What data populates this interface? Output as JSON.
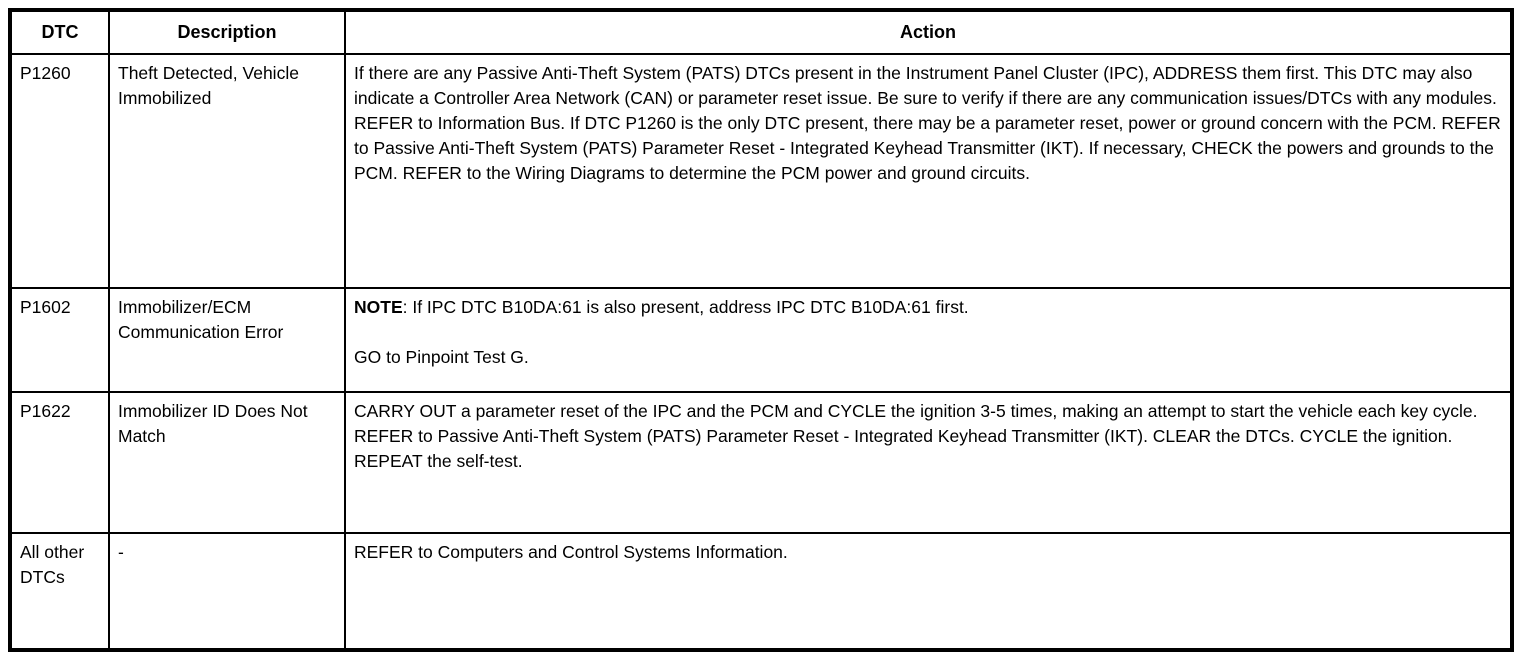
{
  "table": {
    "headers": {
      "dtc": "DTC",
      "description": "Description",
      "action": "Action"
    },
    "rows": [
      {
        "dtc": "P1260",
        "description": "Theft Detected, Vehicle Immobilized",
        "action_paragraphs": [
          "If there are any Passive Anti-Theft System (PATS) DTCs present in the Instrument Panel Cluster (IPC), ADDRESS them first. This DTC may also indicate a Controller Area Network (CAN) or parameter reset issue. Be sure to verify if there are any communication issues/DTCs with any modules. REFER to Information Bus. If DTC P1260 is the only DTC present, there may be a parameter reset, power or ground concern with the PCM. REFER to Passive Anti-Theft System (PATS) Parameter Reset - Integrated Keyhead Transmitter (IKT). If necessary, CHECK the powers and grounds to the PCM. REFER to the Wiring Diagrams to determine the PCM power and ground circuits."
        ]
      },
      {
        "dtc": "P1602",
        "description": "Immobilizer/ECM Communication Error",
        "note_label": "NOTE",
        "note_text": ": If IPC DTC B10DA:61 is also present, address IPC DTC B10DA:61 first.",
        "action_paragraphs": [
          "GO to Pinpoint Test G."
        ]
      },
      {
        "dtc": "P1622",
        "description": "Immobilizer ID Does Not Match",
        "action_paragraphs": [
          "CARRY OUT a parameter reset of the IPC and the PCM and CYCLE the ignition 3-5 times, making an attempt to start the vehicle each key cycle. REFER to Passive Anti-Theft System (PATS) Parameter Reset - Integrated Keyhead Transmitter (IKT). CLEAR the DTCs. CYCLE the ignition. REPEAT the self-test."
        ]
      },
      {
        "dtc": "All other DTCs",
        "description": "-",
        "action_paragraphs": [
          "REFER to Computers and Control Systems Information."
        ]
      }
    ]
  }
}
